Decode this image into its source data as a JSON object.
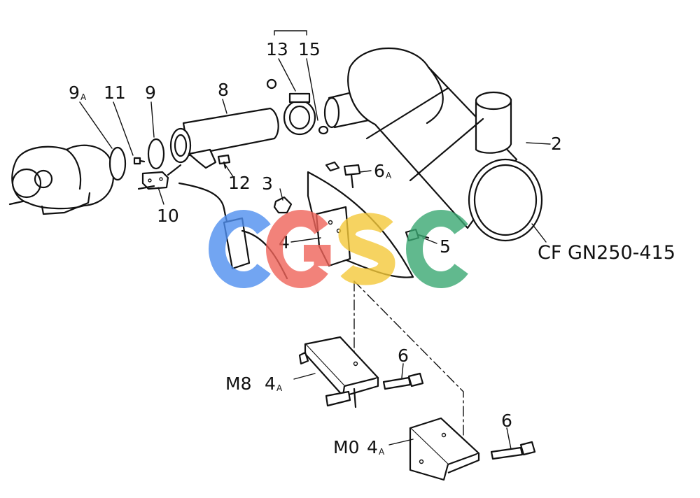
{
  "callouts": {
    "c13": "13",
    "c15": "15",
    "c9a": "9",
    "c9a_sub": "A",
    "c11": "11",
    "c9": "9",
    "c8": "8",
    "c2": "2",
    "c6a": "6",
    "c6a_sub": "A",
    "c12": "12",
    "c3": "3",
    "c10": "10",
    "c4": "4",
    "c5": "5",
    "c6_upper": "6",
    "c6_lower": "6",
    "m8_prefix": "M8",
    "m8_num": "4",
    "m8_sub": "A",
    "m0_prefix": "M0",
    "m0_num": "4",
    "m0_sub": "A"
  },
  "model_code": "CF GN250-415",
  "watermark": {
    "letters": [
      "C",
      "G",
      "S",
      "C"
    ],
    "colors": [
      "#4f8ff0",
      "#f0645a",
      "#f5c93a",
      "#3aa872"
    ]
  }
}
